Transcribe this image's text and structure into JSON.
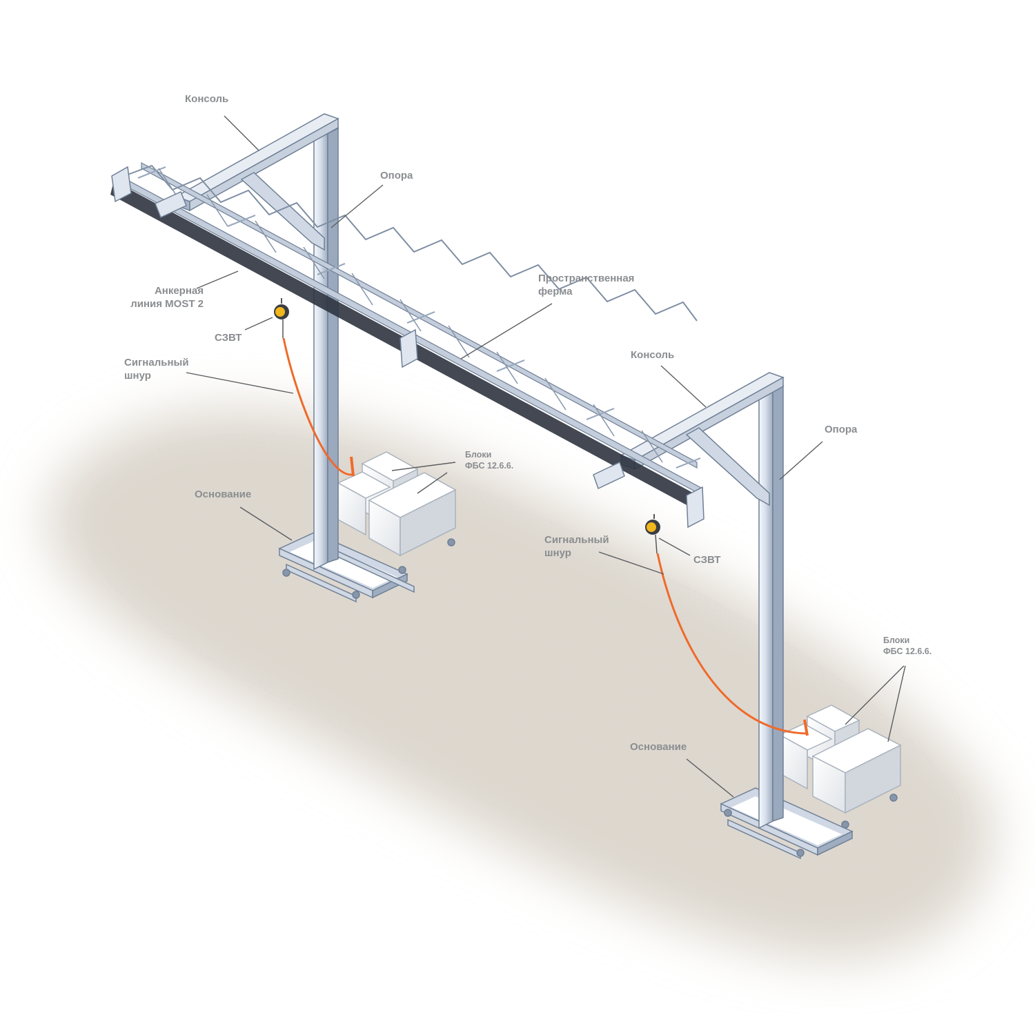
{
  "labels": {
    "konsol_1": "Консоль",
    "opora_1": "Опора",
    "ankernaya_1": "Анкерная",
    "ankernaya_2": "линия MOST 2",
    "ferma_1": "Пространственная",
    "ferma_2": "ферма",
    "szvt_1": "СЗВТ",
    "shnur_1a": "Сигнальный",
    "shnur_1b": "шнур",
    "konsol_2": "Консоль",
    "opora_2": "Опора",
    "bloki_1a": "Блоки",
    "bloki_1b": "ФБС 12.6.6.",
    "osnovanie_1": "Основание",
    "shnur_2a": "Сигнальный",
    "shnur_2b": "шнур",
    "szvt_2": "СЗВТ",
    "bloki_2a": "Блоки",
    "bloki_2b": "ФБС 12.6.6.",
    "osnovanie_2": "Основание"
  },
  "colors": {
    "label_text": "#8a8d90",
    "leader_line": "#5a5d60",
    "steel_light": "#e2e8f1",
    "steel_mid": "#b7c3d4",
    "steel_dark": "#7f8ea3",
    "gravel": "#cdc6bc",
    "signal_cord": "#ef6a2a",
    "block": "#f1f3f6",
    "retractor_yellow": "#f2b71c"
  }
}
